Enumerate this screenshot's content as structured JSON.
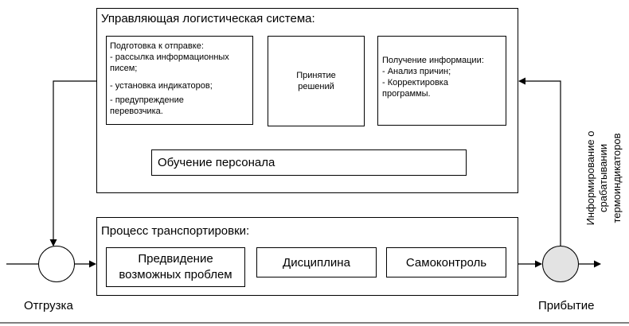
{
  "control_system": {
    "title": "Управляющая логистическая система:",
    "prepare": {
      "title": "Подготовка к отправке:",
      "items": [
        "- рассылка информационных писем;",
        "- установка индикаторов;",
        "- предупреждение перевозчика."
      ]
    },
    "decision": "Принятие решений",
    "info": {
      "title": "Получение информации:",
      "items": [
        "- Анализ причин;",
        "- Корректировка программы."
      ]
    },
    "training": "Обучение персонала"
  },
  "transport": {
    "title": "Процесс транспортировки:",
    "boxes": [
      "Предвидение возможных проблем",
      "Дисциплина",
      "Самоконтроль"
    ]
  },
  "shipment_label": "Отгрузка",
  "arrival_label": "Прибытие",
  "informing_label": "Информирование о срабатывании термоиндикаторов",
  "arrival_circle_color": "#e3e3e3"
}
